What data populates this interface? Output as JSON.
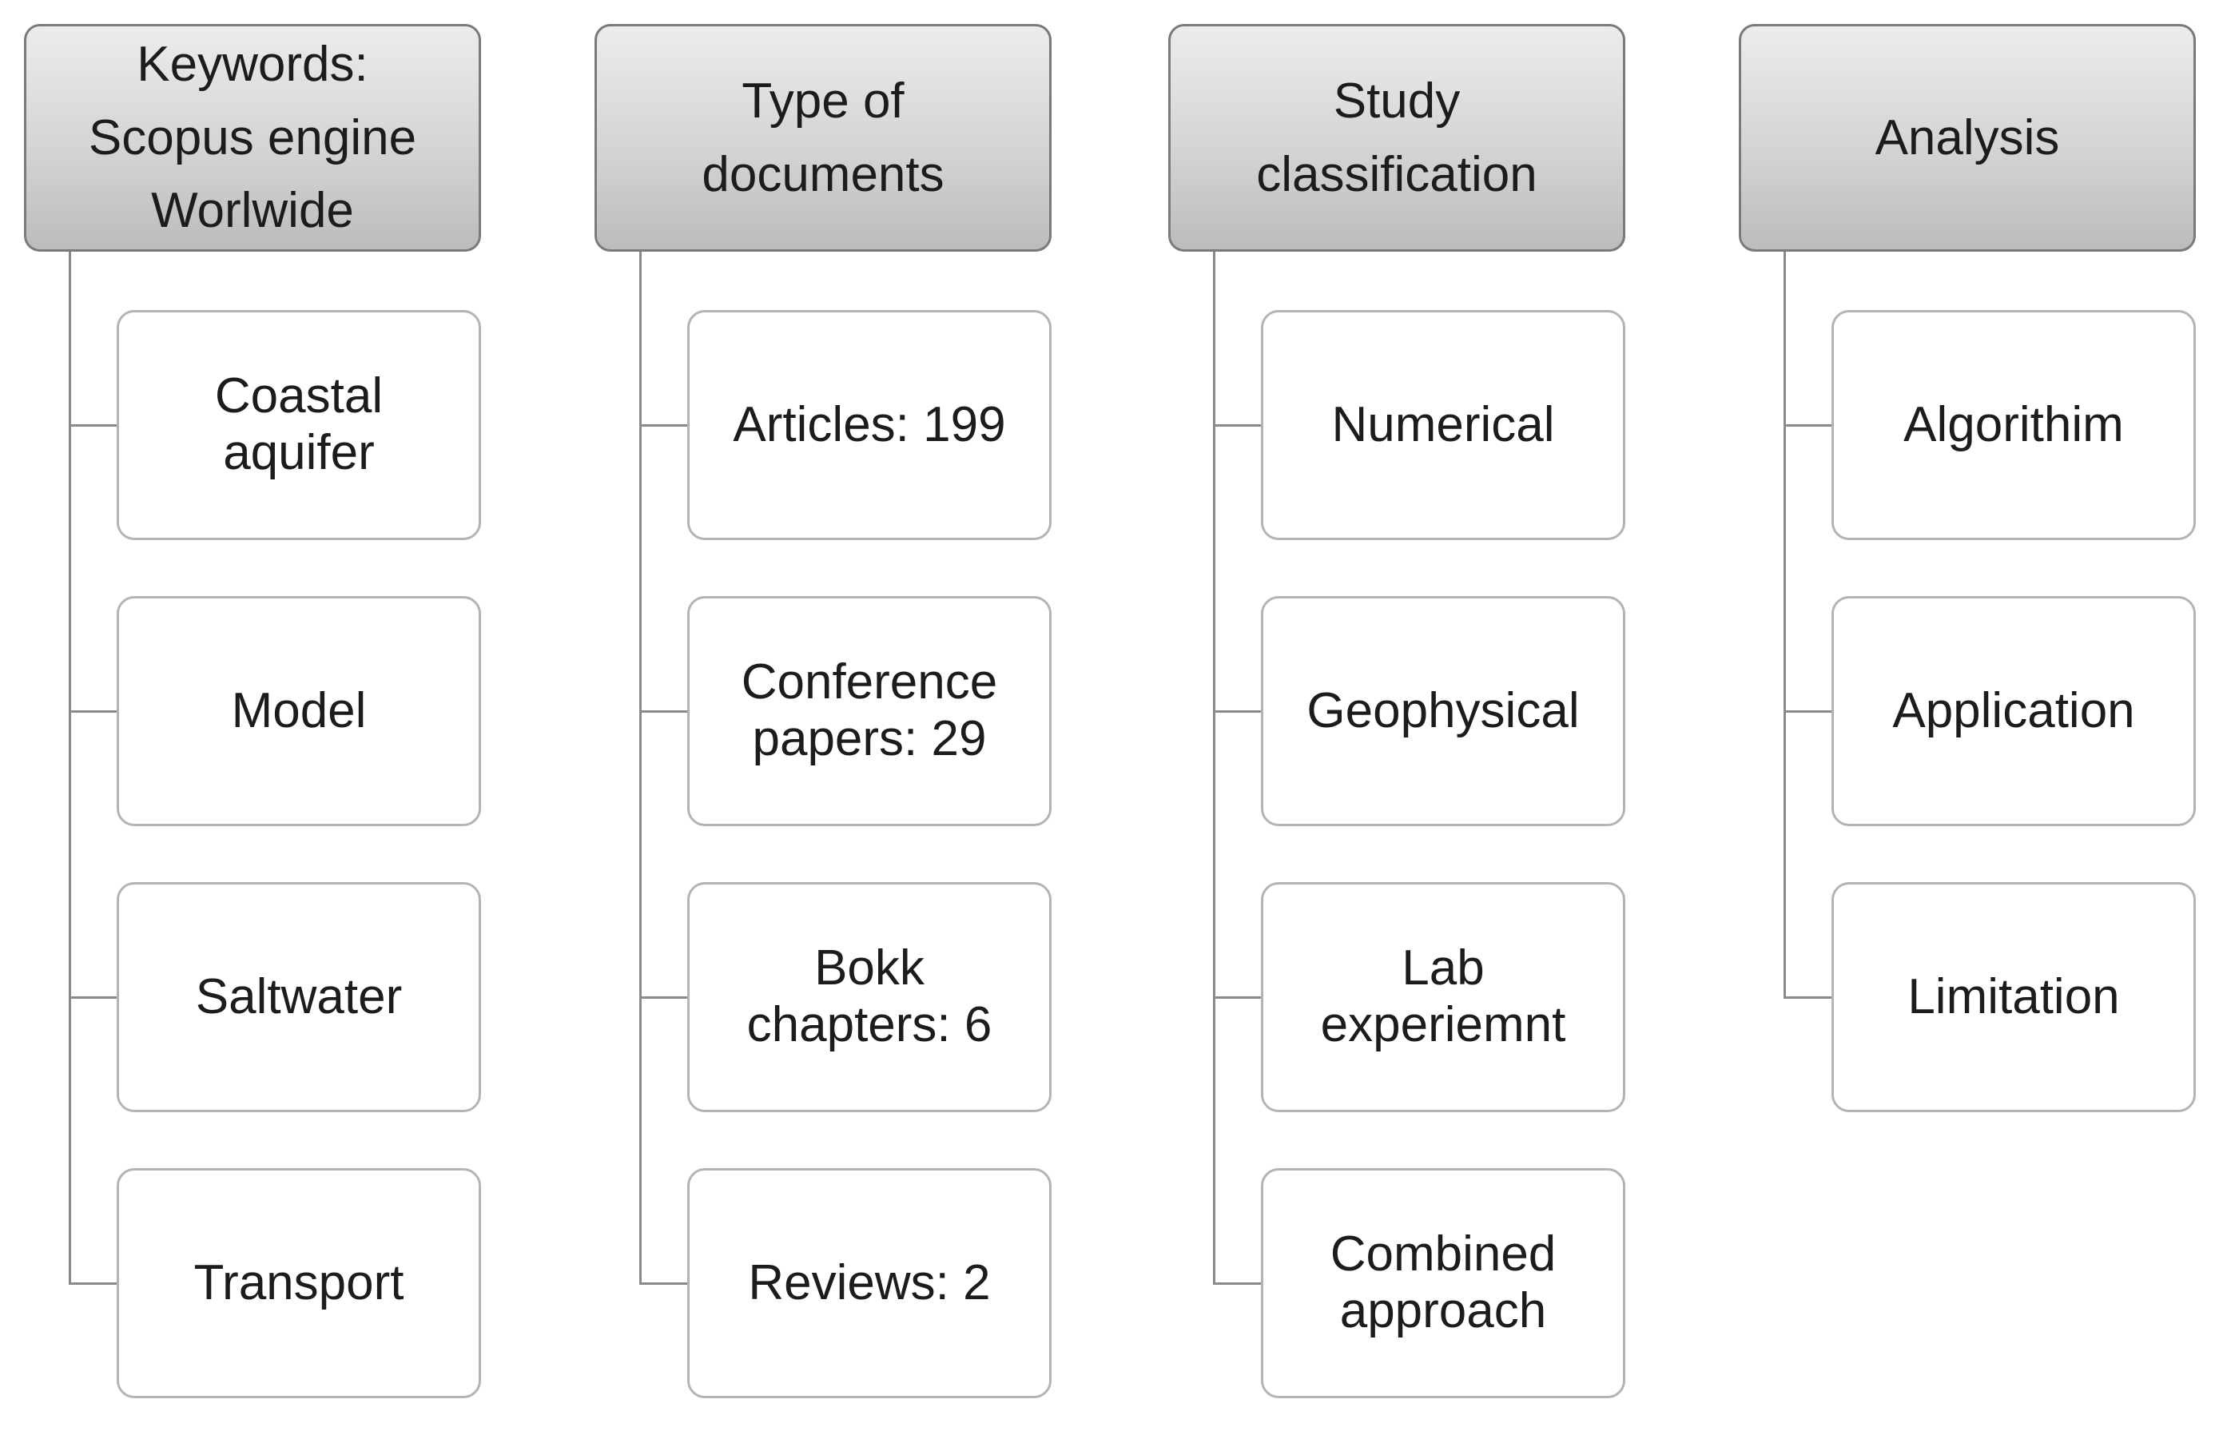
{
  "columns": [
    {
      "id": "keywords",
      "header": "Keywords:\nScopus engine\nWorlwide",
      "items": [
        "Coastal\naquifer",
        "Model",
        "Saltwater",
        "Transport"
      ]
    },
    {
      "id": "type-of-documents",
      "header": "Type of\ndocuments",
      "items": [
        "Articles: 199",
        "Conference\npapers: 29",
        "Bokk\nchapters: 6",
        "Reviews: 2"
      ]
    },
    {
      "id": "study-classification",
      "header": "Study\nclassification",
      "items": [
        "Numerical",
        "Geophysical",
        "Lab\nexperiemnt",
        "Combined\napproach"
      ]
    },
    {
      "id": "analysis",
      "header": "Analysis",
      "items": [
        "Algorithim",
        "Application",
        "Limitation"
      ]
    }
  ],
  "colors": {
    "header_gradient_top": "#ececec",
    "header_gradient_bottom": "#bcbcbc",
    "header_border": "#7a7a7a",
    "child_border": "#b4b4b4",
    "connector": "#8a8a8a"
  }
}
